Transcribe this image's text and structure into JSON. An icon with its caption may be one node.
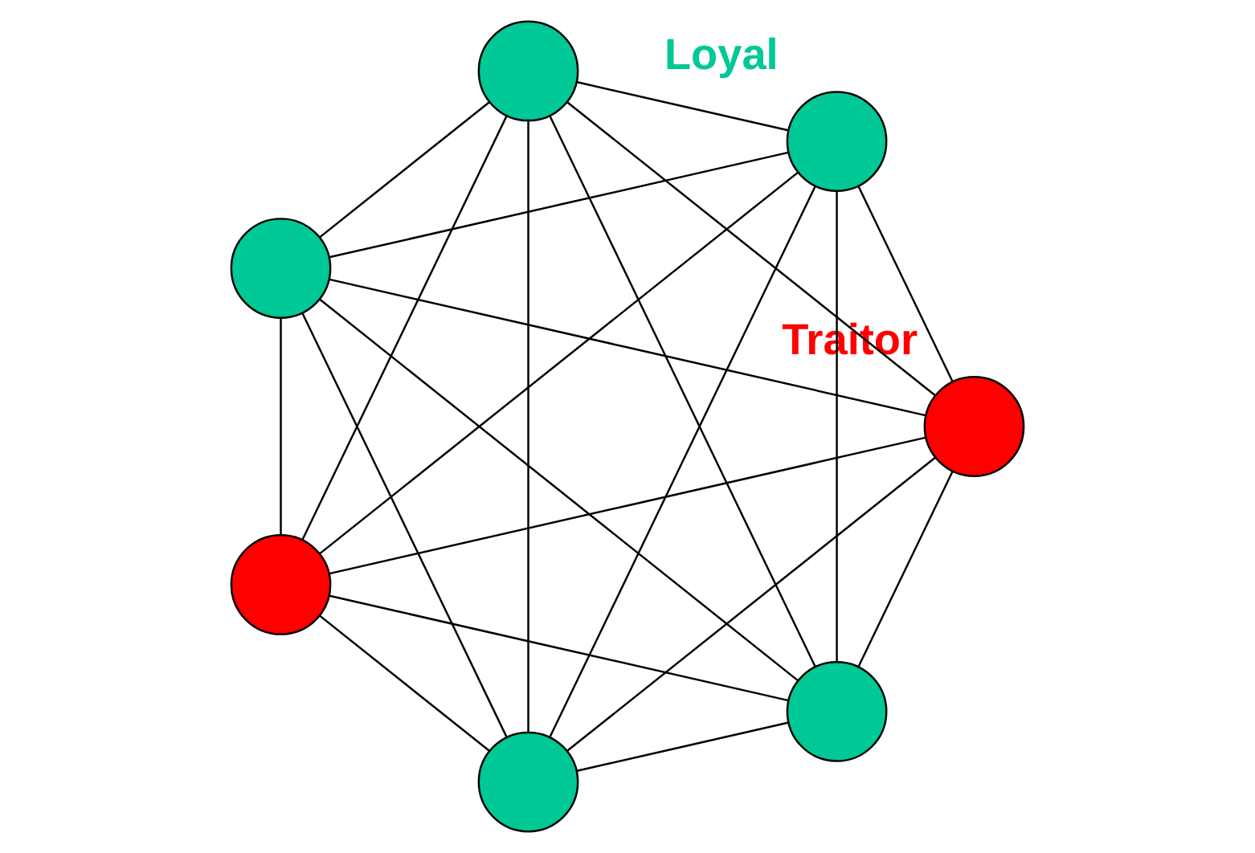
{
  "diagram": {
    "nodes": [
      {
        "text": [],
        "shape": "circle"
      },
      {
        "text": [],
        "shape": "circle",
        "beside": [
          "Traitor"
        ]
      },
      {
        "text": [],
        "shape": "circle"
      },
      {
        "text": [],
        "shape": "circle"
      },
      {
        "text": [],
        "shape": "circle"
      },
      {
        "text": [],
        "shape": "circle",
        "beside": [
          "Loyal"
        ]
      },
      {
        "text": [],
        "shape": "circle"
      }
    ],
    "edges": [
      {
        "from": 0,
        "to": 1,
        "arrow": "none"
      },
      {
        "from": 0,
        "to": 2,
        "arrow": "none"
      },
      {
        "from": 0,
        "to": 3,
        "arrow": "none"
      },
      {
        "from": 0,
        "to": 4,
        "arrow": "none"
      },
      {
        "from": 0,
        "to": 5,
        "arrow": "none"
      },
      {
        "from": 0,
        "to": 6,
        "arrow": "none"
      },
      {
        "from": 1,
        "to": 2,
        "arrow": "none"
      },
      {
        "from": 1,
        "to": 3,
        "arrow": "none"
      },
      {
        "from": 1,
        "to": 4,
        "arrow": "none"
      },
      {
        "from": 1,
        "to": 5,
        "arrow": "none"
      },
      {
        "from": 1,
        "to": 6,
        "arrow": "none"
      },
      {
        "from": 2,
        "to": 3,
        "arrow": "none"
      },
      {
        "from": 2,
        "to": 4,
        "arrow": "none"
      },
      {
        "from": 2,
        "to": 5,
        "arrow": "none"
      },
      {
        "from": 2,
        "to": 6,
        "arrow": "none"
      },
      {
        "from": 3,
        "to": 4,
        "arrow": "none"
      },
      {
        "from": 3,
        "to": 5,
        "arrow": "none"
      },
      {
        "from": 3,
        "to": 6,
        "arrow": "none"
      },
      {
        "from": 4,
        "to": 5,
        "arrow": "none"
      },
      {
        "from": 4,
        "to": 6,
        "arrow": "none"
      },
      {
        "from": 5,
        "to": 6,
        "arrow": "none"
      }
    ]
  }
}
